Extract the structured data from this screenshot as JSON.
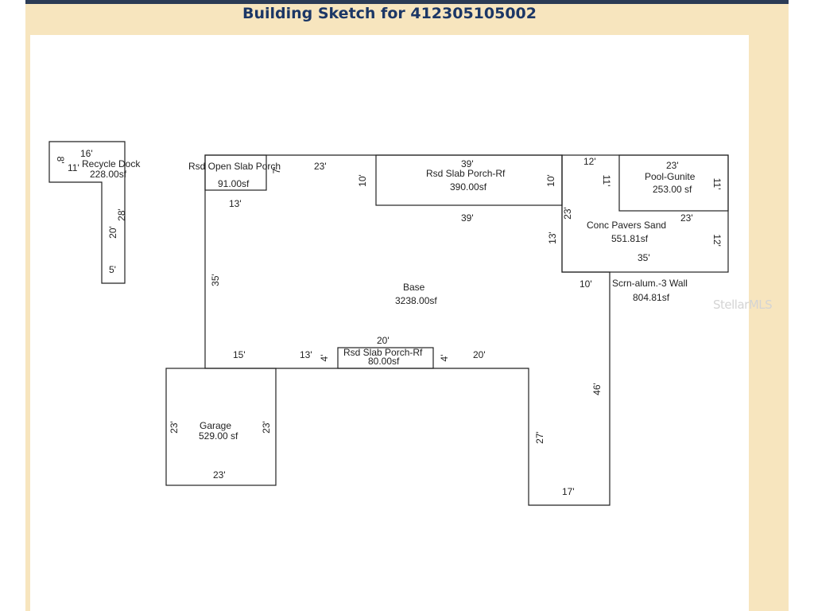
{
  "title": "Building Sketch for 412305105002",
  "watermark": "StellarMLS",
  "areas": [
    {
      "name": "Recycle Dock",
      "area": "228.00sf"
    },
    {
      "name": "Rsd Open Slab Porch",
      "area": "91.00sf"
    },
    {
      "name": "Rsd Slab Porch-Rf",
      "area": "390.00sf"
    },
    {
      "name": "Pool-Gunite",
      "area": "253.00 sf"
    },
    {
      "name": "Conc Pavers Sand",
      "area": "551.81sf"
    },
    {
      "name": "Scrn-alum.-3 Wall",
      "area": "804.81sf"
    },
    {
      "name": "Base",
      "area": "3238.00sf"
    },
    {
      "name": "Rsd Slab Porch-Rf",
      "area": "80.00sf"
    },
    {
      "name": "Garage",
      "area": "529.00 sf"
    }
  ],
  "dimensions": {
    "d16": "16'",
    "d8": "8'",
    "d11a": "11'",
    "d28": "28'",
    "d20a": "20'",
    "d5": "5'",
    "d7": "7'",
    "d23a": "23'",
    "d13a": "13'",
    "d10a": "10'",
    "d39a": "39'",
    "d10b": "10'",
    "d39b": "39'",
    "d12a": "12'",
    "d11b": "11'",
    "d23b": "23'",
    "d11c": "11'",
    "d23c": "23'",
    "d23d": "23'",
    "d13b": "13'",
    "d12b": "12'",
    "d35a": "35'",
    "d35b": "35'",
    "d10c": "10'",
    "d46": "46'",
    "d20b": "20'",
    "d15": "15'",
    "d13c": "13'",
    "d4a": "4'",
    "d4b": "4'",
    "d20c": "20'",
    "d23e": "23'",
    "d23f": "23'",
    "d23g": "23'",
    "d27": "27'",
    "d17": "17'"
  }
}
